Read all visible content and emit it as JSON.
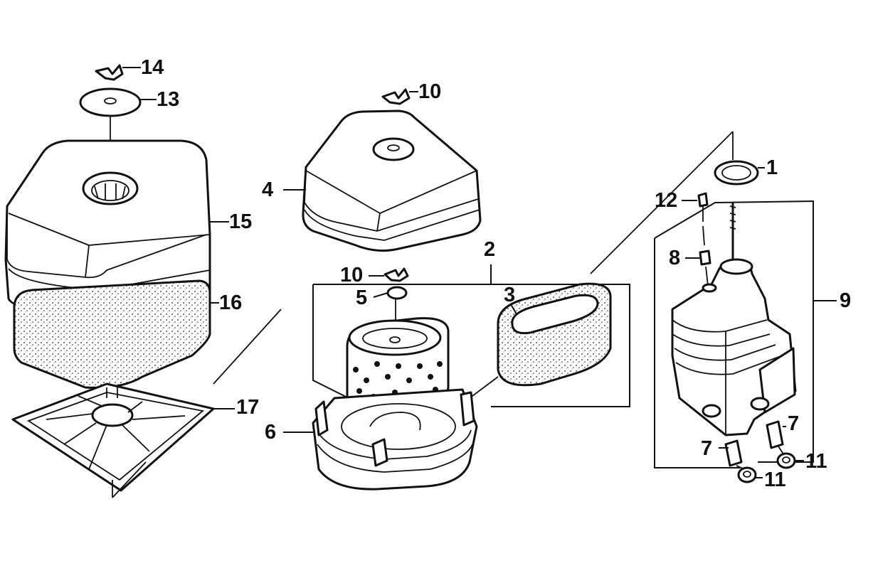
{
  "diagram": {
    "type": "exploded parts diagram",
    "callouts": [
      {
        "id": "c1",
        "text": "1"
      },
      {
        "id": "c2",
        "text": "2"
      },
      {
        "id": "c3",
        "text": "3"
      },
      {
        "id": "c4",
        "text": "4"
      },
      {
        "id": "c5",
        "text": "5"
      },
      {
        "id": "c6",
        "text": "6"
      },
      {
        "id": "c7a",
        "text": "7"
      },
      {
        "id": "c7b",
        "text": "7"
      },
      {
        "id": "c8",
        "text": "8"
      },
      {
        "id": "c9",
        "text": "9"
      },
      {
        "id": "c10a",
        "text": "10"
      },
      {
        "id": "c10b",
        "text": "10"
      },
      {
        "id": "c11a",
        "text": "11"
      },
      {
        "id": "c11b",
        "text": "11"
      },
      {
        "id": "c12",
        "text": "12"
      },
      {
        "id": "c13",
        "text": "13"
      },
      {
        "id": "c14",
        "text": "14"
      },
      {
        "id": "c15",
        "text": "15"
      },
      {
        "id": "c16",
        "text": "16"
      },
      {
        "id": "c17",
        "text": "17"
      }
    ]
  }
}
